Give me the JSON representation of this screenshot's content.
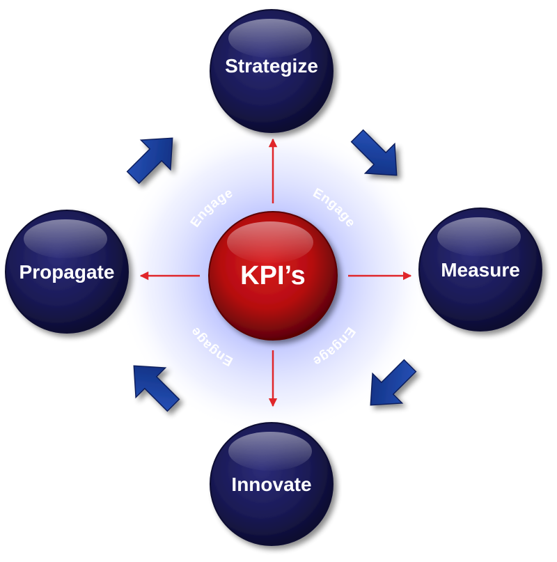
{
  "diagram": {
    "center": {
      "label": "KPI’s"
    },
    "nodes": {
      "top": {
        "label": "Strategize"
      },
      "right": {
        "label": "Measure"
      },
      "bottom": {
        "label": "Innovate"
      },
      "left": {
        "label": "Propagate"
      }
    },
    "engage": [
      "Engage",
      "Engage",
      "Engage",
      "Engage"
    ],
    "colors": {
      "node_fill": "#1a1a55",
      "center_fill": "#b50d10",
      "arrow_blue": "#12378f",
      "arrow_red": "#e0262a",
      "glow": "#aab4ff"
    }
  }
}
